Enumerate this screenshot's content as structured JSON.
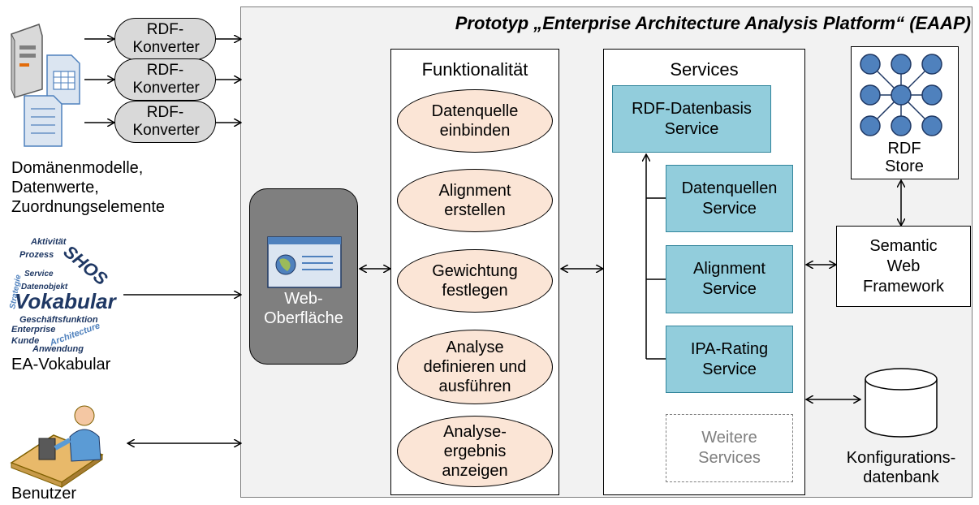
{
  "title": "Prototyp „Enterprise Architecture Analysis Platform“ (EAAP)",
  "converter_label": "RDF-Konverter",
  "sources_label": "Domänenmodelle, Datenwerte, Zuordnungselemente",
  "vocab_label": "EA-Vokabular",
  "user_label": "Benutzer",
  "web_label": "Web-Oberfläche",
  "funktionalitaet": {
    "title": "Funktionalität",
    "items": [
      "Datenquelle einbinden",
      "Alignment erstellen",
      "Gewichtung festlegen",
      "Analyse definieren und ausführen",
      "Analyse-ergebnis anzeigen"
    ]
  },
  "services": {
    "title": "Services",
    "items": [
      "RDF-Datenbasis Service",
      "Datenquellen Service",
      "Alignment Service",
      "IPA-Rating Service"
    ],
    "weitere": "Weitere Services"
  },
  "rdf_store": "RDF Store",
  "semantic_web": "Semantic Web Framework",
  "konfig_db": "Konfigurations-datenbank",
  "word_cloud": [
    "Aktivität",
    "Prozess",
    "Service",
    "Strategie",
    "Datenobjekt",
    "SHOS",
    "Vokabular",
    "Geschäftsfunktion",
    "Enterprise",
    "Architecture",
    "Kunde",
    "Anwendung"
  ],
  "colors": {
    "platform_bg": "#f2f2f2",
    "ellipse_fill": "#fbe5d6",
    "service_fill": "#92cddc",
    "node_fill": "#4f81bd",
    "converter_fill": "#d9d9d9",
    "web_fill": "#7f7f7f"
  }
}
